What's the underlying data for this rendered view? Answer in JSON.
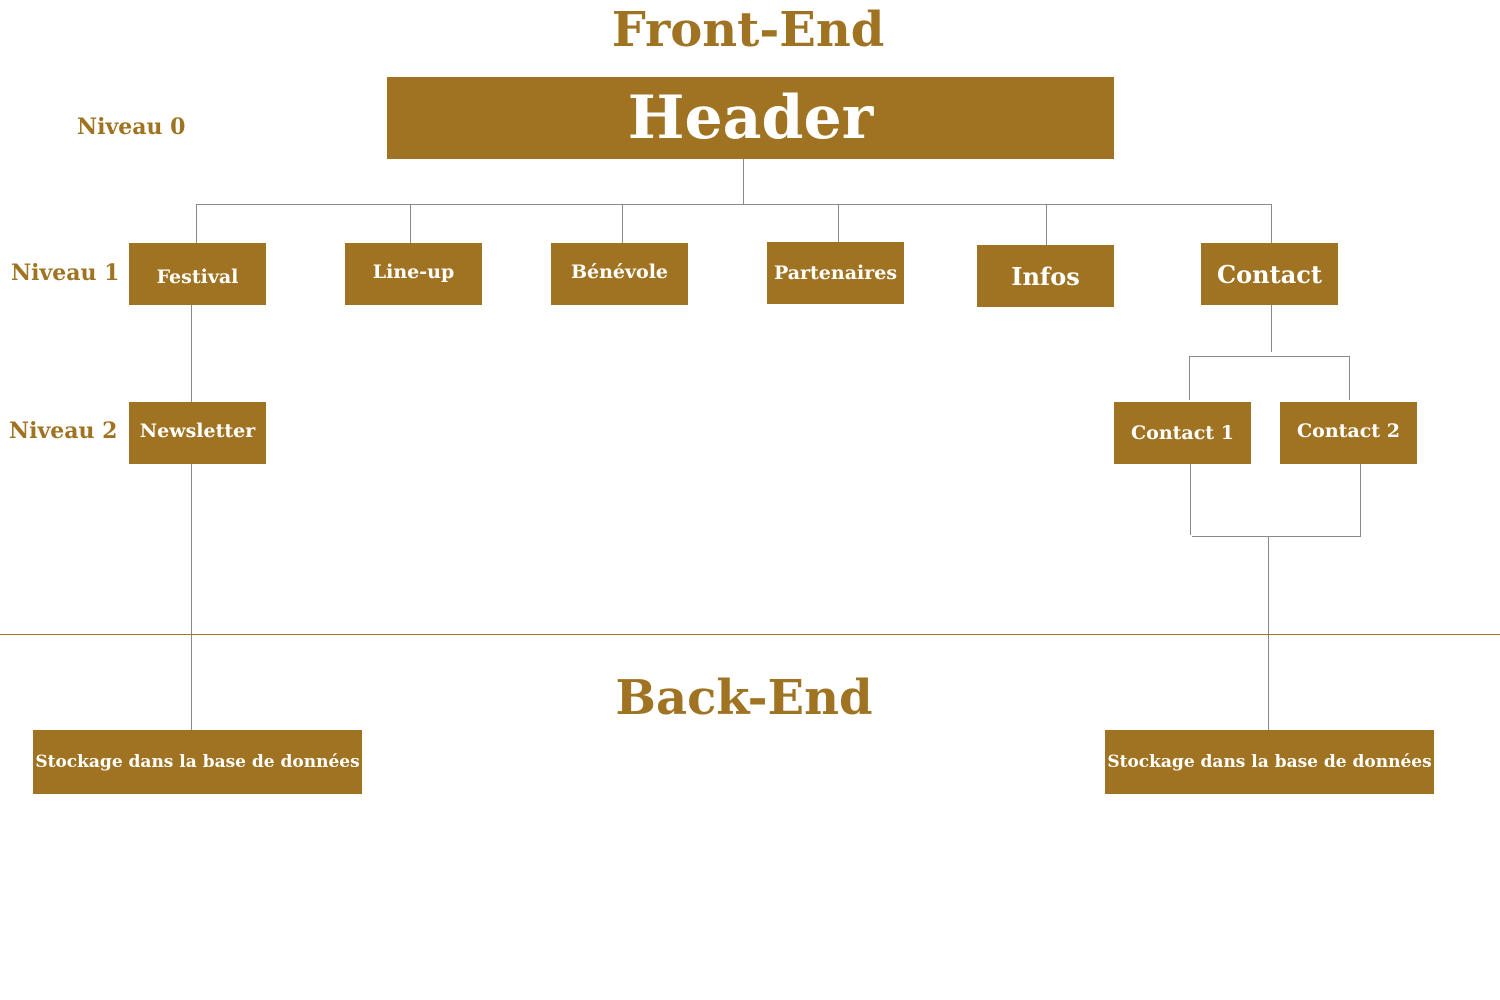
{
  "front_end_title": "Front-End",
  "back_end_title": "Back-End",
  "levels": {
    "level0": "Niveau 0",
    "level1": "Niveau 1",
    "level2": "Niveau 2"
  },
  "nodes": {
    "header": "Header",
    "festival": "Festival",
    "lineup": "Line-up",
    "benevole": "Bénévole",
    "partenaires": "Partenaires",
    "infos": "Infos",
    "contact": "Contact",
    "newsletter": "Newsletter",
    "contact1": "Contact 1",
    "contact2": "Contact 2",
    "storage_left": "Stockage dans la base de données",
    "storage_right": "Stockage dans la base de données"
  },
  "colors": {
    "accent": "#9f7322",
    "box_text": "#ffffff",
    "connector": "#8a8a8a",
    "background": "#ffffff"
  }
}
